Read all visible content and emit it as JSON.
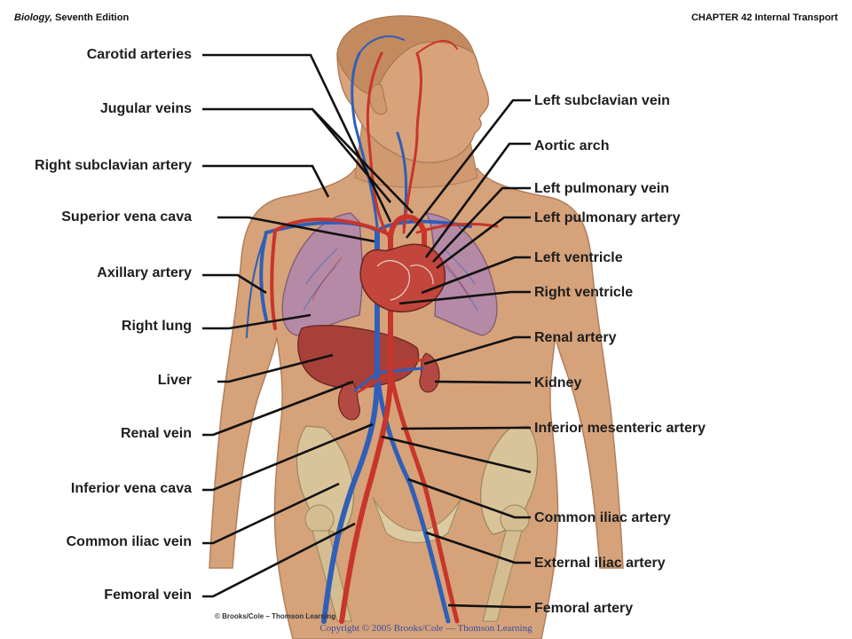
{
  "header": {
    "book_title": "Biology,",
    "edition": "Seventh Edition",
    "chapter": "CHAPTER 42 Internal Transport"
  },
  "labels_left": [
    "Carotid arteries",
    "Jugular veins",
    "Right subclavian artery",
    "Superior vena cava",
    "Axillary artery",
    "Right lung",
    "Liver",
    "Renal vein",
    "Inferior vena cava",
    "Common iliac vein",
    "Femoral vein"
  ],
  "labels_right": [
    "Left subclavian vein",
    "Aortic arch",
    "Left pulmonary vein",
    "Left pulmonary artery",
    "Left ventricle",
    "Right ventricle",
    "Renal artery",
    "Kidney",
    "Inferior mesenteric artery",
    "Common iliac artery",
    "External iliac artery",
    "Femoral artery"
  ],
  "watermark": "© Brooks/Cole – Thomson Learning",
  "copyright": "Copyright © 2005 Brooks/Cole — Thomson Learning",
  "colors": {
    "skin": "#d6a27a",
    "artery": "#c8352b",
    "vein": "#2f5fb8",
    "lung": "#b48aa6",
    "liver": "#a8403a",
    "bone": "#d9c49a",
    "leader": "#111111"
  }
}
